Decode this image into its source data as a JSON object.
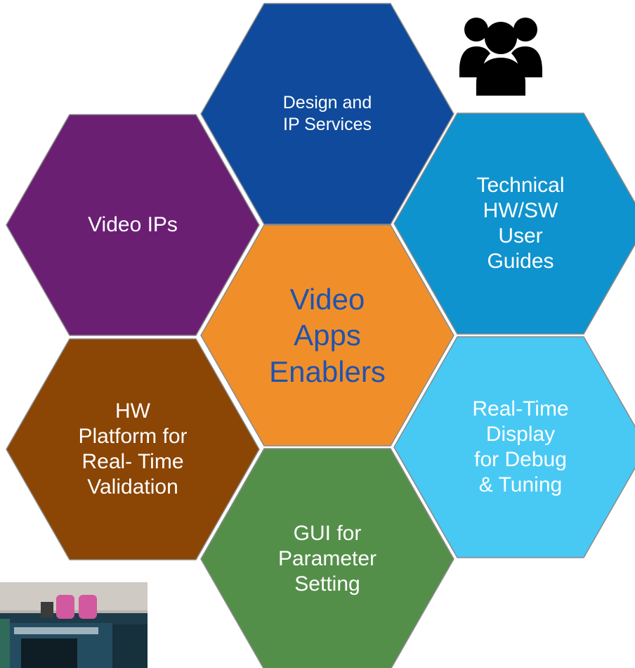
{
  "diagram": {
    "hexagons": [
      {
        "id": "design-ip-services",
        "label": "Design and\nIP Services",
        "fill": "#0f4a9c",
        "text_color": "#ffffff"
      },
      {
        "id": "video-ips",
        "label": "Video IPs",
        "fill": "#6b1f73",
        "text_color": "#ffffff"
      },
      {
        "id": "technical-user-guides",
        "label": "Technical\nHW/SW\nUser\nGuides",
        "fill": "#0f93ce",
        "text_color": "#ffffff"
      },
      {
        "id": "video-apps-enablers",
        "label": "Video\nApps\nEnablers",
        "fill": "#f08f2a",
        "text_color": "#1f53b0"
      },
      {
        "id": "hw-platform",
        "label": "HW\nPlatform for\nReal- Time\nValidation",
        "fill": "#8b4504",
        "text_color": "#ffffff"
      },
      {
        "id": "realtime-display",
        "label": "Real-Time\nDisplay\nfor Debug\n& Tuning",
        "fill": "#47c9f4",
        "text_color": "#ffffff"
      },
      {
        "id": "gui-parameter",
        "label": "GUI for\nParameter\nSetting",
        "fill": "#548f4a",
        "text_color": "#ffffff"
      }
    ],
    "hex_border_color": "#8a8a8a",
    "icons": {
      "users": "users-group-icon",
      "board": "fpga-board-photo"
    }
  }
}
